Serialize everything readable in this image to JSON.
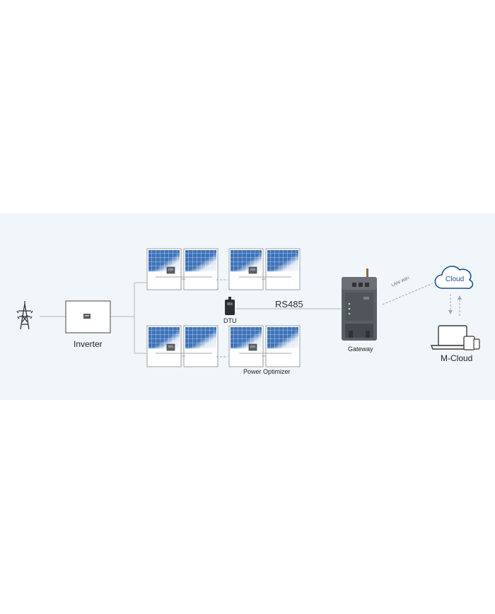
{
  "labels": {
    "inverter": "Inverter",
    "dtu": "DTU",
    "rs485": "RS485",
    "power_optimizer": "Power Optimizer",
    "gateway": "Gateway",
    "cloud": "Cloud",
    "lan_wifi": "LAN/ WiFi",
    "m_cloud": "M-Cloud"
  },
  "colors": {
    "background_band": "#f1f6fa",
    "panel_blue": "#3f73b8",
    "cloud_blue": "#1d4f8f",
    "line_gray": "#b5b5b5",
    "device_dark": "#555a60"
  },
  "icons": {
    "grid": "transmission-tower-icon",
    "cloud": "cloud-icon",
    "devices": "laptop-phone-icon"
  }
}
